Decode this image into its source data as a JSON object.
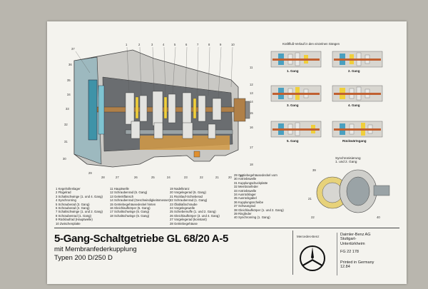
{
  "title": {
    "main": "5-Gang-Schaltgetriebe",
    "model": "GL 68/20 A-5",
    "sub": "mit Membranfederkupplung",
    "types": "Typen 200 D/250 D"
  },
  "brand": {
    "name": "Mercedes-Benz"
  },
  "maker": {
    "line1": "Daimler-Benz AG",
    "line2": "Stuttgart-",
    "line3": "Untertürkheim",
    "code": "FG 22 178",
    "print1": "Printed in Germany",
    "print2": "12.84"
  },
  "gears": {
    "title": "Kraftfluß-Verlauf in den einzelnen Gängen",
    "items": [
      "1. Gang",
      "2. Gang",
      "3. Gang",
      "4. Gang",
      "5. Gang",
      "Rückwärtsgang"
    ]
  },
  "sync": {
    "title1": "Synchronisierung",
    "title2": "1. und 2. Gang",
    "labels": [
      "39",
      "21",
      "22",
      "40"
    ]
  },
  "callouts": {
    "top": [
      "37",
      "1",
      "2",
      "3",
      "4",
      "5",
      "6",
      "7",
      "8",
      "9",
      "10"
    ],
    "left": [
      "36",
      "35",
      "34",
      "33",
      "32",
      "31",
      "30"
    ],
    "bottom": [
      "29",
      "28",
      "27",
      "26",
      "25",
      "24",
      "23",
      "22",
      "21",
      "20",
      "19"
    ],
    "right": [
      "11",
      "12",
      "13",
      "14",
      "15",
      "16",
      "17",
      "18"
    ]
  },
  "legend": {
    "col1": [
      "1 Kegelrollenlager",
      "2 Flügelrad",
      "3 Schaltschwinge (1. und 4. Gang)",
      "4 Synchronring",
      "5 Schrauberad (3. Gang)",
      "6 Schrauberad (2. Gang)",
      "7 Schaltschwinge (1. und 2. Gang)",
      "8 Schraubenrad (1. Gang)",
      "9 Rücklaufrad (Hauptwelle)",
      "10 Zwischenplatte"
    ],
    "col2": [
      "11 Hauptwelle",
      "12 Schraubenrad (5. Gang)",
      "13 Gelenkflansch",
      "14 Schraubenrad (Geschwindigkeitsmesser)",
      "15 Getriebegehäusedeckel hinten",
      "16 Gleichlaufkörper (5. Gang)",
      "17 Schaltschwinge (5. Gang)",
      "18 Schaltschwinge (5. Gang)"
    ],
    "col3": [
      "19 Nadelkranz",
      "20 Vorgelegerad (5. Gang)",
      "21 Rücklauf-Schieberad",
      "22 Schraubenrad (1. Gang)",
      "23 Ölablaßschraube",
      "24 Vorgelegewelle",
      "25 Schiebemuffe (1. und 2. Gang)",
      "26 Gleichlaufkörper (3. und 4. Gang)",
      "27 Vorgelegerad (konstant)",
      "28 Getriebegehäuse"
    ],
    "col4": [
      "29 Getriebegehäusedeckel vorn",
      "30 Antriebswelle",
      "31 Kupplungsdruckplatte",
      "32 Membranfeder",
      "33 Antriebswelle",
      "34 Ausrücklager",
      "35 Ausrückgabel",
      "36 Kupplungsscheibe",
      "37 Schwungrad",
      "38 Gleichlaufkörper (1. und 2. Gang)",
      "39 Ringfeder",
      "40 Synchronring (1. Gang)"
    ]
  }
}
